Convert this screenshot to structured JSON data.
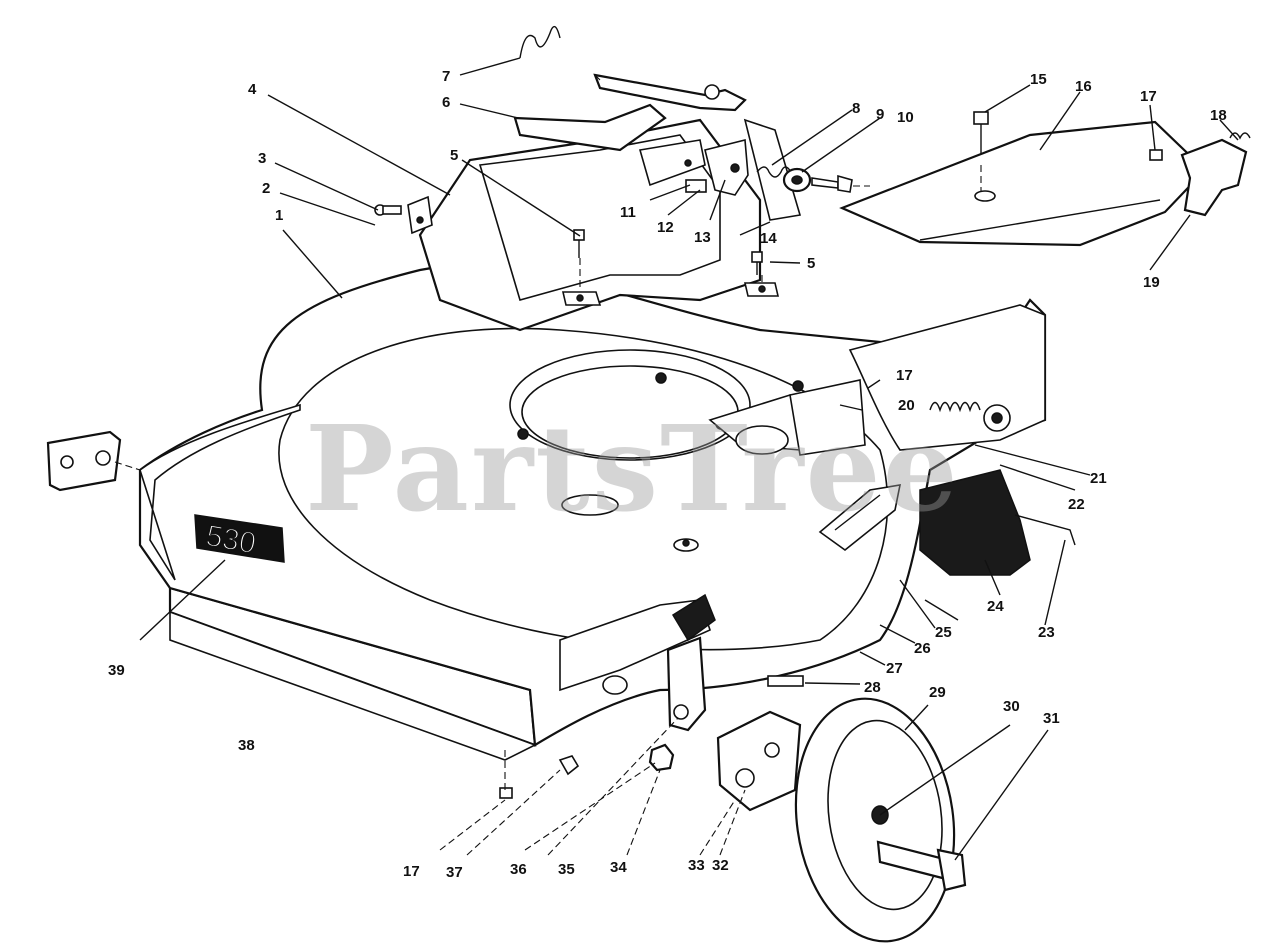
{
  "watermark": "PartsTree",
  "deck_decal": "530",
  "labels": {
    "l1": "1",
    "l2": "2",
    "l3": "3",
    "l4": "4",
    "l5a": "5",
    "l5b": "5",
    "l6": "6",
    "l7": "7",
    "l8": "8",
    "l9": "9",
    "l10": "10",
    "l11": "11",
    "l12": "12",
    "l13": "13",
    "l14": "14",
    "l15": "15",
    "l16": "16",
    "l17a": "17",
    "l17b": "17",
    "l17c": "17",
    "l18": "18",
    "l19": "19",
    "l20": "20",
    "l21": "21",
    "l22": "22",
    "l23": "23",
    "l24": "24",
    "l25": "25",
    "l26": "26",
    "l27": "27",
    "l28": "28",
    "l29": "29",
    "l30": "30",
    "l31": "31",
    "l32": "32",
    "l33": "33",
    "l34": "34",
    "l35": "35",
    "l36": "36",
    "l37": "37",
    "l38": "38",
    "l39": "39"
  }
}
